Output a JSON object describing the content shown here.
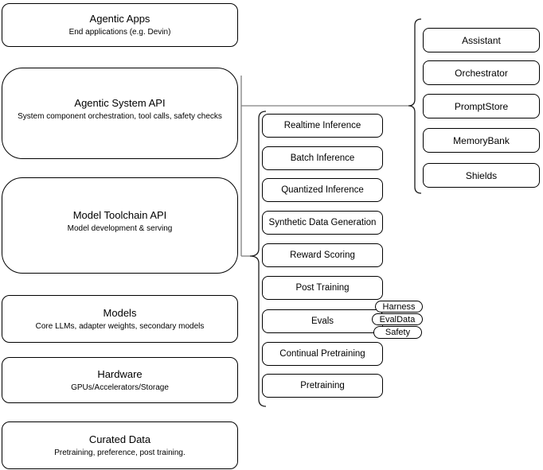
{
  "diagram": {
    "left_stack": [
      {
        "title": "Agentic Apps",
        "subtitle": "End applications (e.g. Devin)"
      },
      {
        "title": "Agentic System API",
        "subtitle": "System component orchestration, tool calls, safety checks"
      },
      {
        "title": "Model Toolchain API",
        "subtitle": "Model development & serving"
      },
      {
        "title": "Models",
        "subtitle": "Core LLMs, adapter weights, secondary models"
      },
      {
        "title": "Hardware",
        "subtitle": "GPUs/Accelerators/Storage"
      },
      {
        "title": "Curated Data",
        "subtitle": "Pretraining, preference, post training."
      }
    ],
    "toolchain_group": {
      "items": [
        "Realtime Inference",
        "Batch Inference",
        "Quantized Inference",
        "Synthetic Data Generation",
        "Reward Scoring",
        "Post Training",
        "Evals",
        "Continual Pretraining",
        "Pretraining"
      ]
    },
    "evals_tags": [
      "Harness",
      "EvalData",
      "Safety"
    ],
    "system_group": {
      "items": [
        "Assistant",
        "Orchestrator",
        "PromptStore",
        "MemoryBank",
        "Shields"
      ]
    },
    "colors": {
      "stroke": "#000000",
      "connector": "#808080",
      "brace": "#1a1a1a",
      "background": "#ffffff",
      "text": "#000000"
    }
  }
}
